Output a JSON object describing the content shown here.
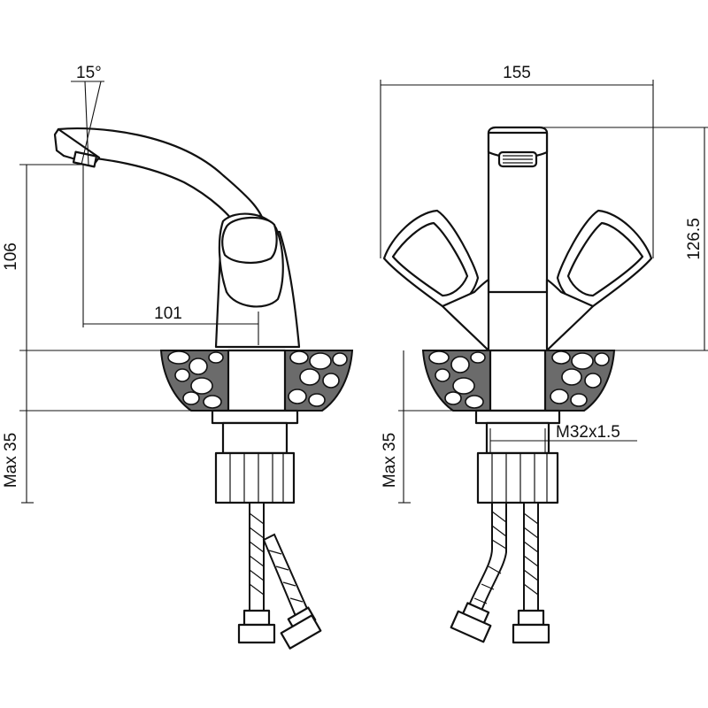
{
  "dimensions": {
    "spout_angle": "15°",
    "spout_height": "106",
    "spout_reach": "101",
    "mount_depth_left": "Max 35",
    "overall_width": "155",
    "overall_height": "126.5",
    "mount_depth_right": "Max 35",
    "thread": "M32x1.5"
  }
}
